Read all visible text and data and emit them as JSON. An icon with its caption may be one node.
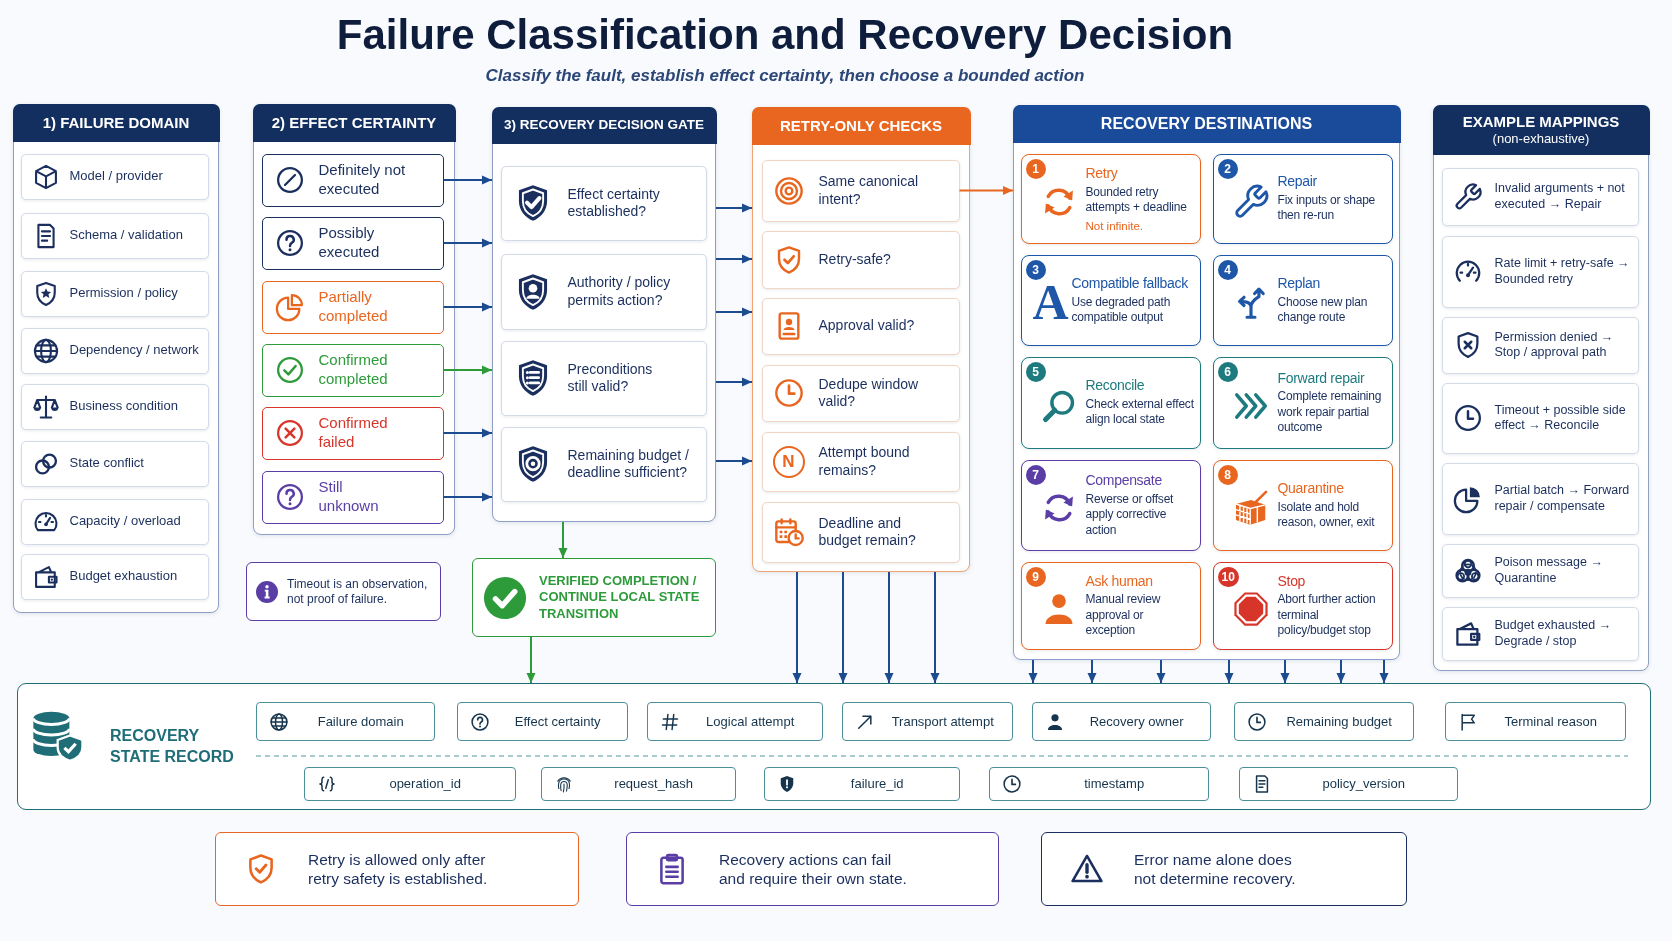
{
  "diagram": {
    "title": "Failure Classification and Recovery Decision",
    "nodes": [
      {
        "text": [
          "1) FAILURE DOMAIN"
        ]
      },
      {
        "text": [
          "Model / provider"
        ],
        "in": 0
      },
      {
        "text": [
          "Schema / validation"
        ],
        "in": 0
      },
      {
        "text": [
          "Permission / policy"
        ],
        "in": 0
      },
      {
        "text": [
          "Dependency / network"
        ],
        "in": 0
      },
      {
        "text": [
          "Business condition"
        ],
        "in": 0
      },
      {
        "text": [
          "State conflict"
        ],
        "in": 0
      },
      {
        "text": [
          "Capacity / overload"
        ],
        "in": 0
      },
      {
        "text": [
          "Budget exhaustion"
        ],
        "in": 0
      },
      {
        "text": [
          "2) EFFECT CERTAINTY"
        ]
      },
      {
        "text": [
          "Definitely not executed"
        ],
        "in": 9
      },
      {
        "text": [
          "Possibly executed"
        ],
        "in": 9
      },
      {
        "text": [
          "Partially completed"
        ],
        "in": 9
      },
      {
        "text": [
          "Confirmed completed"
        ],
        "in": 9
      },
      {
        "text": [
          "Confirmed failed"
        ],
        "in": 9
      },
      {
        "text": [
          "Still unknown"
        ],
        "in": 9
      },
      {
        "text": [
          "Timeout is an observation, not proof of failure."
        ]
      },
      {
        "text": [
          "3) RECOVERY DECISION GATE"
        ]
      },
      {
        "text": [
          "Effect certainty established?"
        ],
        "in": 17
      },
      {
        "text": [
          "Authority / policy permits action?"
        ],
        "in": 17
      },
      {
        "text": [
          "Preconditions still valid?"
        ],
        "in": 17
      },
      {
        "text": [
          "Remaining budget / deadline sufficient?"
        ],
        "in": 17
      },
      {
        "text": [
          "VERIFIED COMPLETION / CONTINUE LOCAL STATE TRANSITION"
        ]
      },
      {
        "text": [
          "RETRY-ONLY CHECKS"
        ]
      },
      {
        "text": [
          "Same canonical intent?"
        ],
        "in": 23
      },
      {
        "text": [
          "Retry-safe?"
        ],
        "in": 23
      },
      {
        "text": [
          "Approval valid?"
        ],
        "in": 23
      },
      {
        "text": [
          "Dedupe window valid?"
        ],
        "in": 23
      },
      {
        "text": [
          "N",
          "Attempt bound remains?"
        ],
        "in": 23
      },
      {
        "text": [
          "Deadline and budget remain?"
        ],
        "in": 23
      },
      {
        "text": [
          "RECOVERY DESTINATIONS"
        ]
      },
      {
        "text": [
          "1",
          "Retry",
          "Bounded retry attempts + deadline",
          "Not infinite."
        ],
        "in": 30
      },
      {
        "text": [
          "2",
          "Repair",
          "Fix inputs or shape then re-run"
        ],
        "in": 30
      },
      {
        "text": [
          "3",
          "A",
          "Compatible fallback",
          "Use degraded path compatible output"
        ],
        "in": 30
      },
      {
        "text": [
          "4",
          "Replan",
          "Choose new plan change route"
        ],
        "in": 30
      },
      {
        "text": [
          "5",
          "Reconcile",
          "Check external effect align local state"
        ],
        "in": 30
      },
      {
        "text": [
          "6",
          "Forward repair",
          "Complete remaining work repair partial outcome"
        ],
        "in": 30
      },
      {
        "text": [
          "7",
          "Compensate",
          "Reverse or offset apply corrective action"
        ],
        "in": 30
      },
      {
        "text": [
          "8",
          "Quarantine",
          "Isolate and hold reason, owner, exit"
        ],
        "in": 30
      },
      {
        "text": [
          "9",
          "Ask human",
          "Manual review approval or exception"
        ],
        "in": 30
      },
      {
        "text": [
          "10",
          "Stop",
          "Abort further action terminal policy/budget stop"
        ],
        "in": 30
      },
      {
        "text": [
          "EXAMPLE MAPPINGS",
          "(non-exhaustive)"
        ]
      },
      {
        "text": [
          "Invalid arguments + not executed → Repair"
        ],
        "in": 41
      },
      {
        "text": [
          "Rate limit + retry-safe → Bounded retry"
        ],
        "in": 41
      },
      {
        "text": [
          "Permission denied → Stop / approval path"
        ],
        "in": 41
      },
      {
        "text": [
          "Timeout + possible side effect → Reconcile"
        ],
        "in": 41
      },
      {
        "text": [
          "Partial batch → Forward repair / compensate"
        ],
        "in": 41
      },
      {
        "text": [
          "Poison message → Quarantine"
        ],
        "in": 41
      },
      {
        "text": [
          "Budget exhausted → Degrade / stop"
        ],
        "in": 41
      },
      {
        "text": [
          "RECOVERY STATE RECORD"
        ]
      },
      {
        "text": [
          "Failure domain"
        ],
        "in": 49
      },
      {
        "text": [
          "Effect certainty"
        ],
        "in": 49
      },
      {
        "text": [
          "Logical attempt"
        ],
        "in": 49
      },
      {
        "text": [
          "Transport attempt"
        ],
        "in": 49
      },
      {
        "text": [
          "Recovery owner"
        ],
        "in": 49
      },
      {
        "text": [
          "Remaining budget"
        ],
        "in": 49
      },
      {
        "text": [
          "Terminal reason"
        ],
        "in": 49
      },
      {
        "text": [
          "operation_id"
        ],
        "in": 49
      },
      {
        "text": [
          "request_hash"
        ],
        "in": 49
      },
      {
        "text": [
          "failure_id"
        ],
        "in": 49
      },
      {
        "text": [
          "timestamp"
        ],
        "in": 49
      },
      {
        "text": [
          "policy_version"
        ],
        "in": 49
      },
      {
        "text": [
          "Retry is allowed only after retry safety is established."
        ]
      },
      {
        "text": [
          "Recovery actions can fail and require their own state."
        ]
      },
      {
        "text": [
          "Error name alone does not determine recovery."
        ]
      }
    ],
    "edges": [
      {
        "from": 10,
        "to": 17,
        "arrow": "to"
      },
      {
        "from": 11,
        "to": 17,
        "arrow": "to"
      },
      {
        "from": 12,
        "to": 17,
        "arrow": "to"
      },
      {
        "from": 13,
        "to": 17,
        "arrow": "to",
        "color": "#2e9b3b"
      },
      {
        "from": 14,
        "to": 17,
        "arrow": "to"
      },
      {
        "from": 15,
        "to": 17,
        "arrow": "to"
      },
      {
        "from": 17,
        "to": 23,
        "arrow": "to"
      },
      {
        "from": 17,
        "to": 23,
        "arrow": "to"
      },
      {
        "from": 17,
        "to": 23,
        "arrow": "to"
      },
      {
        "from": 17,
        "to": 23,
        "arrow": "to"
      },
      {
        "from": 17,
        "to": 23,
        "arrow": "to"
      },
      {
        "from": 24,
        "to": 30,
        "arrow": "to",
        "color": "#e8661f"
      },
      {
        "from": 17,
        "to": 22,
        "arrow": "to",
        "color": "#2e9b3b"
      },
      {
        "from": 22,
        "to": 49,
        "arrow": "to",
        "color": "#2e9b3b"
      },
      {
        "from": 23,
        "to": 49,
        "arrow": "to"
      },
      {
        "from": 23,
        "to": 49,
        "arrow": "to"
      },
      {
        "from": 23,
        "to": 49,
        "arrow": "to"
      },
      {
        "from": 23,
        "to": 49,
        "arrow": "to"
      },
      {
        "from": 30,
        "to": 49,
        "arrow": "to"
      },
      {
        "from": 30,
        "to": 49,
        "arrow": "to"
      },
      {
        "from": 30,
        "to": 49,
        "arrow": "to"
      },
      {
        "from": 30,
        "to": 49,
        "arrow": "to"
      },
      {
        "from": 30,
        "to": 49,
        "arrow": "to"
      },
      {
        "from": 30,
        "to": 49,
        "arrow": "to"
      },
      {
        "from": 30,
        "to": 49,
        "arrow": "to"
      }
    ],
    "labels": [
      "Classify the fault, establish effect certainty, then choose a bounded action"
    ]
  }
}
